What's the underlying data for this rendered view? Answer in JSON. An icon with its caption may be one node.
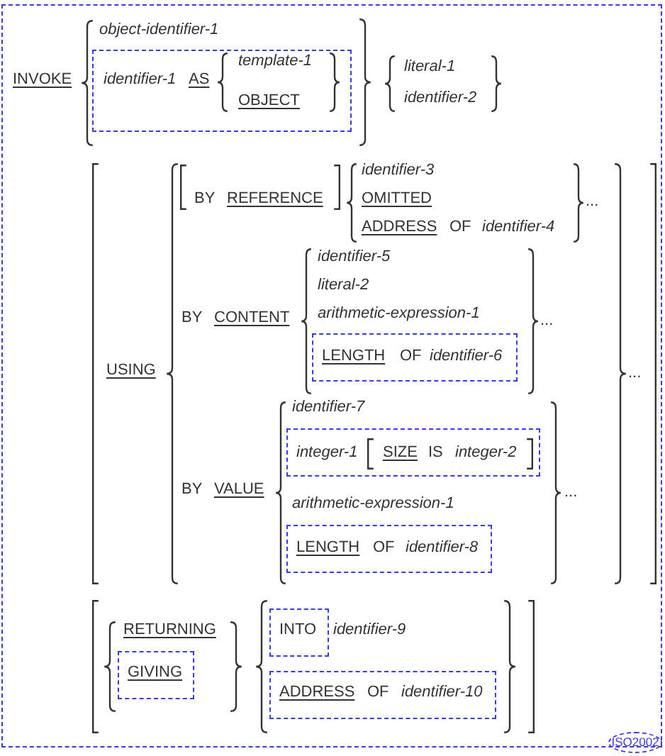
{
  "diagram": {
    "nodes": [
      {
        "text": [],
        "shape": "box"
      },
      {
        "text": [
          "identifier-1",
          "AS",
          "template-1",
          "OBJECT"
        ],
        "in": 0
      },
      {
        "text": [
          "LENGTH",
          "OF",
          "identifier-6"
        ],
        "in": 0
      },
      {
        "text": [
          "integer-1",
          "SIZE",
          "IS",
          "integer-2"
        ],
        "in": 0
      },
      {
        "text": [
          "LENGTH",
          "OF",
          "identifier-8"
        ],
        "in": 0
      },
      {
        "text": [
          "INTO"
        ],
        "in": 0
      },
      {
        "text": [
          "GIVING"
        ],
        "in": 0
      },
      {
        "text": [
          "ADDRESS",
          "OF",
          "identifier-10"
        ],
        "in": 0
      },
      {
        "text": [
          "ISO2002"
        ]
      }
    ],
    "labels": [
      "INVOKE",
      "object-identifier-1",
      "literal-1",
      "identifier-2",
      "USING",
      "BY",
      "REFERENCE",
      "identifier-3",
      "OMITTED",
      "ADDRESS",
      "OF",
      "identifier-4",
      "...",
      "BY",
      "CONTENT",
      "identifier-5",
      "literal-2",
      "arithmetic-expression-1",
      "...",
      "BY",
      "VALUE",
      "identifier-7",
      "arithmetic-expression-1",
      "...",
      "...",
      "RETURNING",
      "identifier-9"
    ]
  }
}
